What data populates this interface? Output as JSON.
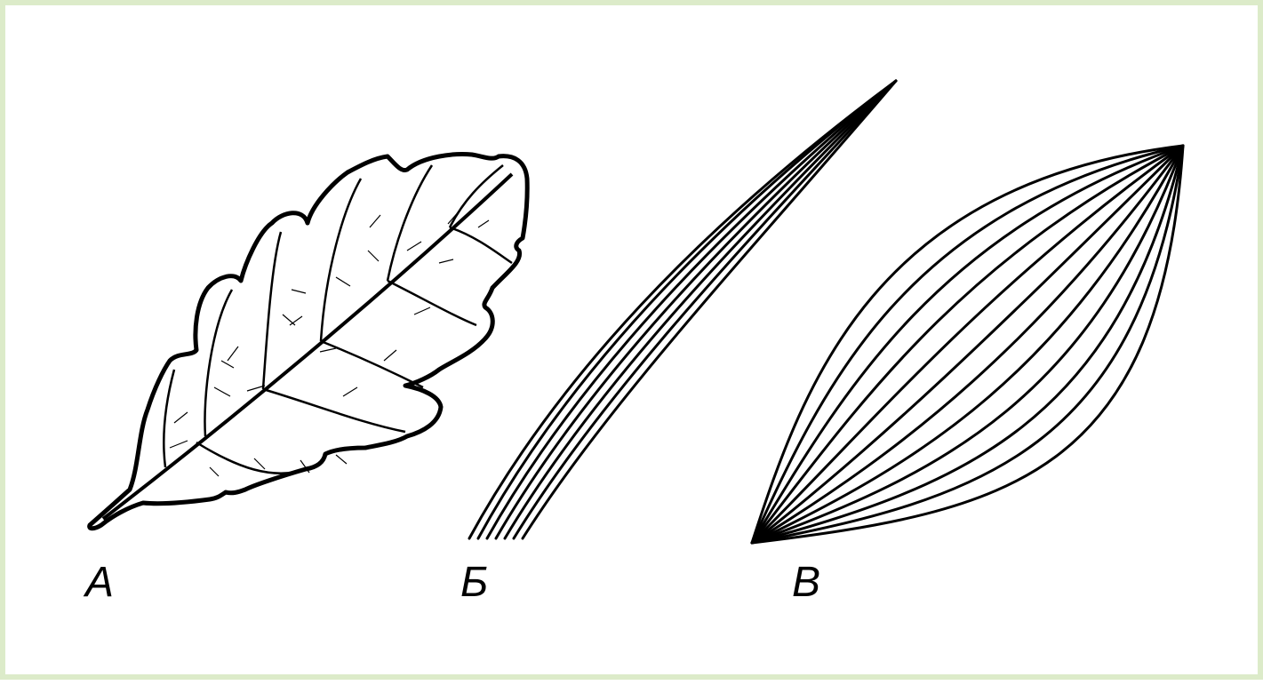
{
  "figures": [
    {
      "label": "А"
    },
    {
      "label": "Б"
    },
    {
      "label": "В"
    }
  ],
  "colors": {
    "border": "#dcebc9",
    "background": "#ffffff",
    "ink": "#000000"
  }
}
